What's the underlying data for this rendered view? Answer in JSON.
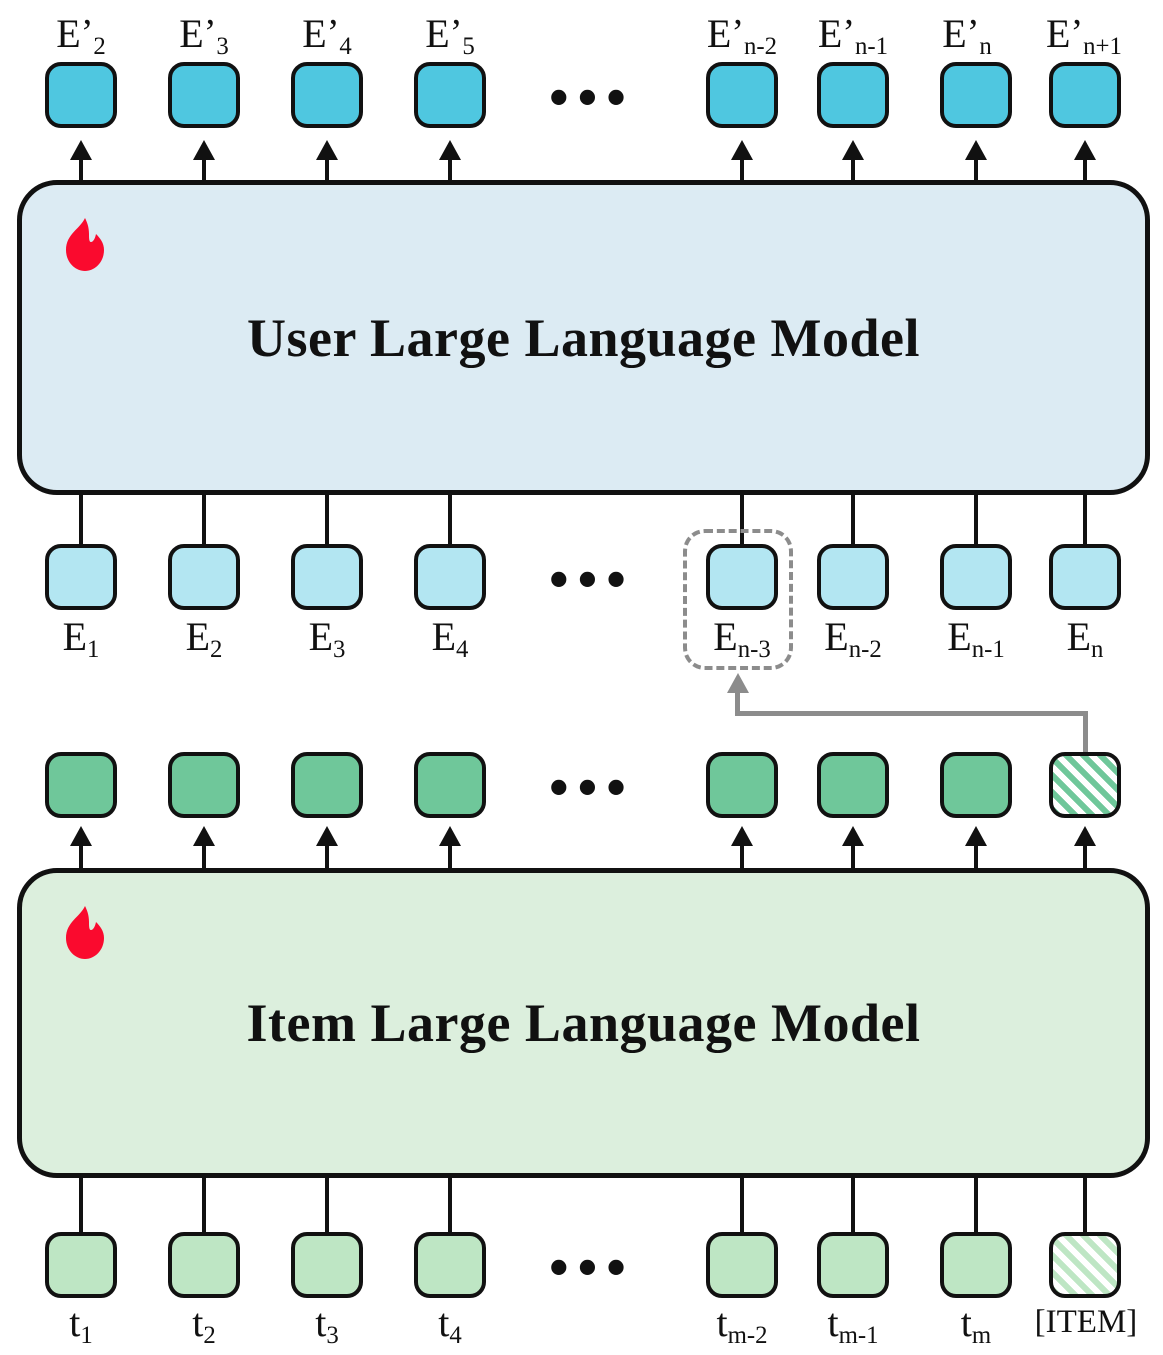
{
  "figure": {
    "kind": "architecture-diagram",
    "colors": {
      "user_block_fill": "#DCEBF3",
      "item_block_fill": "#DCEFDD",
      "user_output_token": "#4FC7E0",
      "user_input_token": "#B3E6F2",
      "item_output_token": "#6FC79A",
      "item_input_token": "#BEE6C4",
      "flame": "#FA0A2E",
      "outline": "#111111",
      "highlight_dashed": "#8C8C8C",
      "feedback_arrow": "#8C8C8C"
    },
    "ellipsis": "•••"
  },
  "user_model": {
    "title": "User Large Language Model",
    "flame_icon": "flame-icon",
    "trainable": true
  },
  "item_model": {
    "title": "Item Large Language Model",
    "flame_icon": "flame-icon",
    "trainable": true
  },
  "user_outputs": {
    "left": [
      {
        "base": "E",
        "prime": "’",
        "sub": "2"
      },
      {
        "base": "E",
        "prime": "’",
        "sub": "3"
      },
      {
        "base": "E",
        "prime": "’",
        "sub": "4"
      },
      {
        "base": "E",
        "prime": "’",
        "sub": "5"
      }
    ],
    "right": [
      {
        "base": "E",
        "prime": "’",
        "sub": "n-2"
      },
      {
        "base": "E",
        "prime": "’",
        "sub": "n-1"
      },
      {
        "base": "E",
        "prime": "’",
        "sub": "n"
      },
      {
        "base": "E",
        "prime": "’",
        "sub": "n+1"
      }
    ]
  },
  "user_inputs": {
    "left": [
      {
        "base": "E",
        "prime": "",
        "sub": "1"
      },
      {
        "base": "E",
        "prime": "",
        "sub": "2"
      },
      {
        "base": "E",
        "prime": "",
        "sub": "3"
      },
      {
        "base": "E",
        "prime": "",
        "sub": "4"
      }
    ],
    "right": [
      {
        "base": "E",
        "prime": "",
        "sub": "n-3",
        "highlighted": true
      },
      {
        "base": "E",
        "prime": "",
        "sub": "n-2"
      },
      {
        "base": "E",
        "prime": "",
        "sub": "n-1"
      },
      {
        "base": "E",
        "prime": "",
        "sub": "n"
      }
    ]
  },
  "item_outputs": {
    "left": [
      "",
      "",
      "",
      ""
    ],
    "right": [
      "",
      "",
      "",
      ""
    ],
    "last_is_hatched": true
  },
  "item_inputs": {
    "left": [
      {
        "base": "t",
        "prime": "",
        "sub": "1"
      },
      {
        "base": "t",
        "prime": "",
        "sub": "2"
      },
      {
        "base": "t",
        "prime": "",
        "sub": "3"
      },
      {
        "base": "t",
        "prime": "",
        "sub": "4"
      }
    ],
    "right": [
      {
        "base": "t",
        "prime": "",
        "sub": "m-2"
      },
      {
        "base": "t",
        "prime": "",
        "sub": "m-1"
      },
      {
        "base": "t",
        "prime": "",
        "sub": "m"
      }
    ],
    "item_token": "[ITEM]"
  }
}
